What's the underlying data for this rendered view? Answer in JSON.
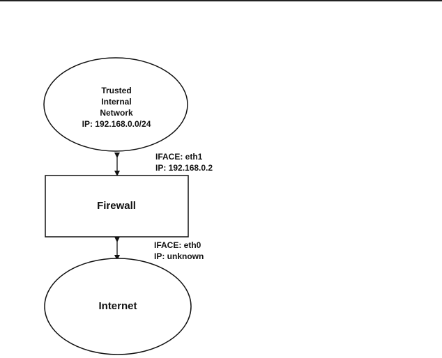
{
  "trusted_network": {
    "line1": "Trusted",
    "line2": "Internal",
    "line3": "Network",
    "line4": "IP: 192.168.0.0/24"
  },
  "firewall": {
    "label": "Firewall"
  },
  "internet": {
    "label": "Internet"
  },
  "eth1": {
    "iface": "IFACE: eth1",
    "ip": "IP: 192.168.0.2"
  },
  "eth0": {
    "iface": "IFACE: eth0",
    "ip": "IP: unknown"
  },
  "colors": {
    "stroke": "#111111",
    "background": "#ffffff"
  }
}
